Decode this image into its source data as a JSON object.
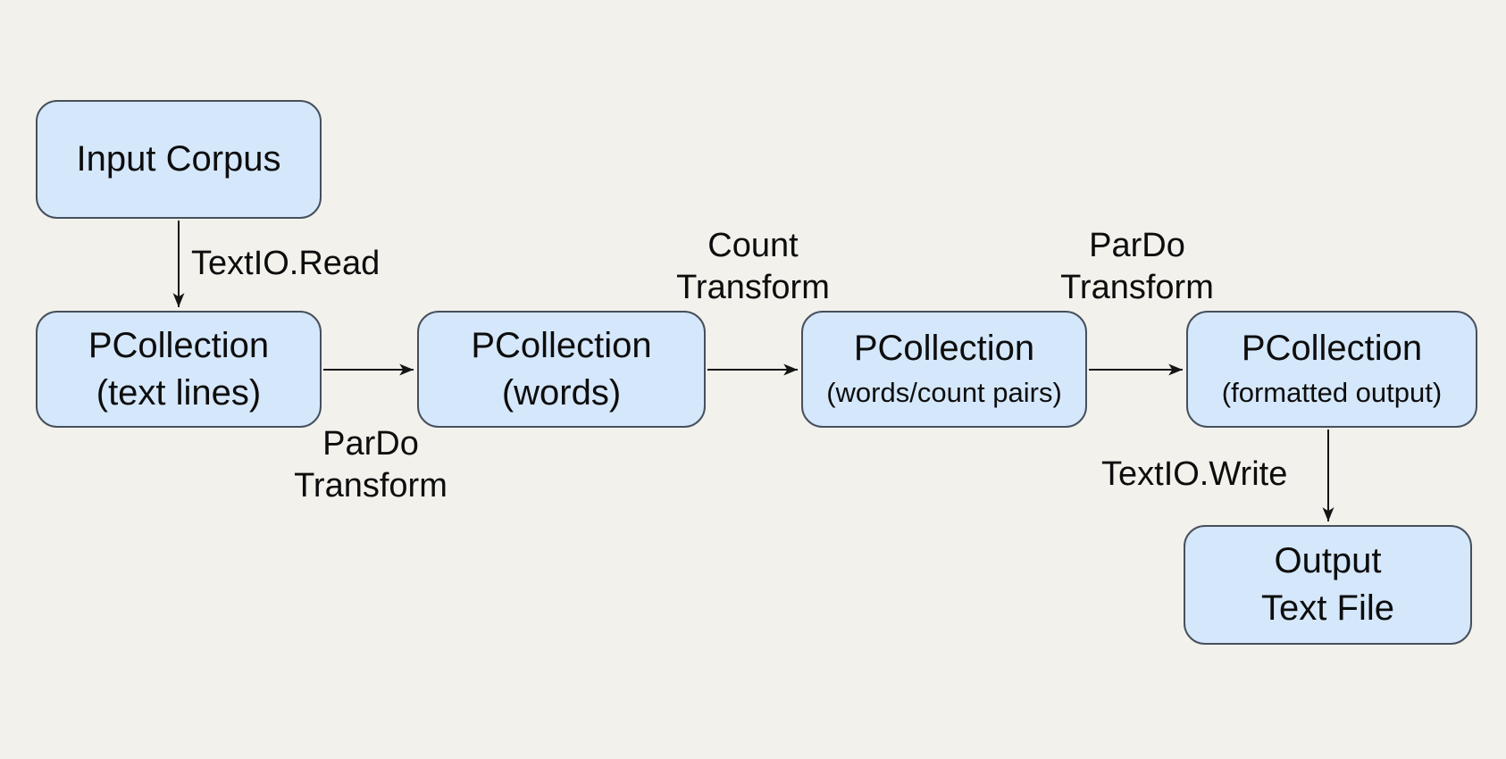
{
  "colors": {
    "background": "#f2f1ec",
    "node-fill": "#d5e7fb",
    "node-border": "#46505c",
    "text": "#0d0d0d",
    "arrow": "#141414"
  },
  "diagram_type": "pipeline-flowchart",
  "nodes": [
    {
      "id": "input-corpus",
      "line1": "Input Corpus",
      "line2": ""
    },
    {
      "id": "pcollection-text-lines",
      "line1": "PCollection",
      "line2": "(text lines)"
    },
    {
      "id": "pcollection-words",
      "line1": "PCollection",
      "line2": "(words)"
    },
    {
      "id": "pcollection-words-count-pairs",
      "line1": "PCollection",
      "line2": "(words/count pairs)"
    },
    {
      "id": "pcollection-formatted-output",
      "line1": "PCollection",
      "line2": "(formatted output)"
    },
    {
      "id": "output-text-file",
      "line1": "Output",
      "line2": "Text File"
    }
  ],
  "edges": [
    {
      "from": "input-corpus",
      "to": "pcollection-text-lines",
      "label": "TextIO.Read"
    },
    {
      "from": "pcollection-text-lines",
      "to": "pcollection-words",
      "label": "ParDo\nTransform"
    },
    {
      "from": "pcollection-words",
      "to": "pcollection-words-count-pairs",
      "label": "Count\nTransform"
    },
    {
      "from": "pcollection-words-count-pairs",
      "to": "pcollection-formatted-output",
      "label": "ParDo\nTransform"
    },
    {
      "from": "pcollection-formatted-output",
      "to": "output-text-file",
      "label": "TextIO.Write"
    }
  ]
}
